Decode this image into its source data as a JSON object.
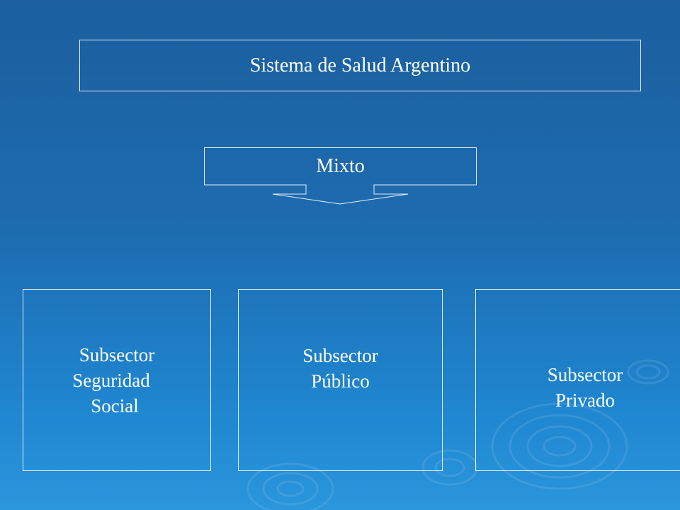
{
  "diagram": {
    "title": "Sistema de Salud Argentino",
    "type_label": "Mixto",
    "subsectors": [
      {
        "lines": [
          "Subsector",
          "Seguridad",
          "Social"
        ]
      },
      {
        "lines": [
          "Subsector",
          "Público"
        ]
      },
      {
        "lines": [
          "Subsector",
          "Privado"
        ]
      }
    ]
  },
  "colors": {
    "background_top": "#1b5f9e",
    "background_bottom": "#2a96dc",
    "text": "#ffffff",
    "border": "#e6eef7"
  }
}
